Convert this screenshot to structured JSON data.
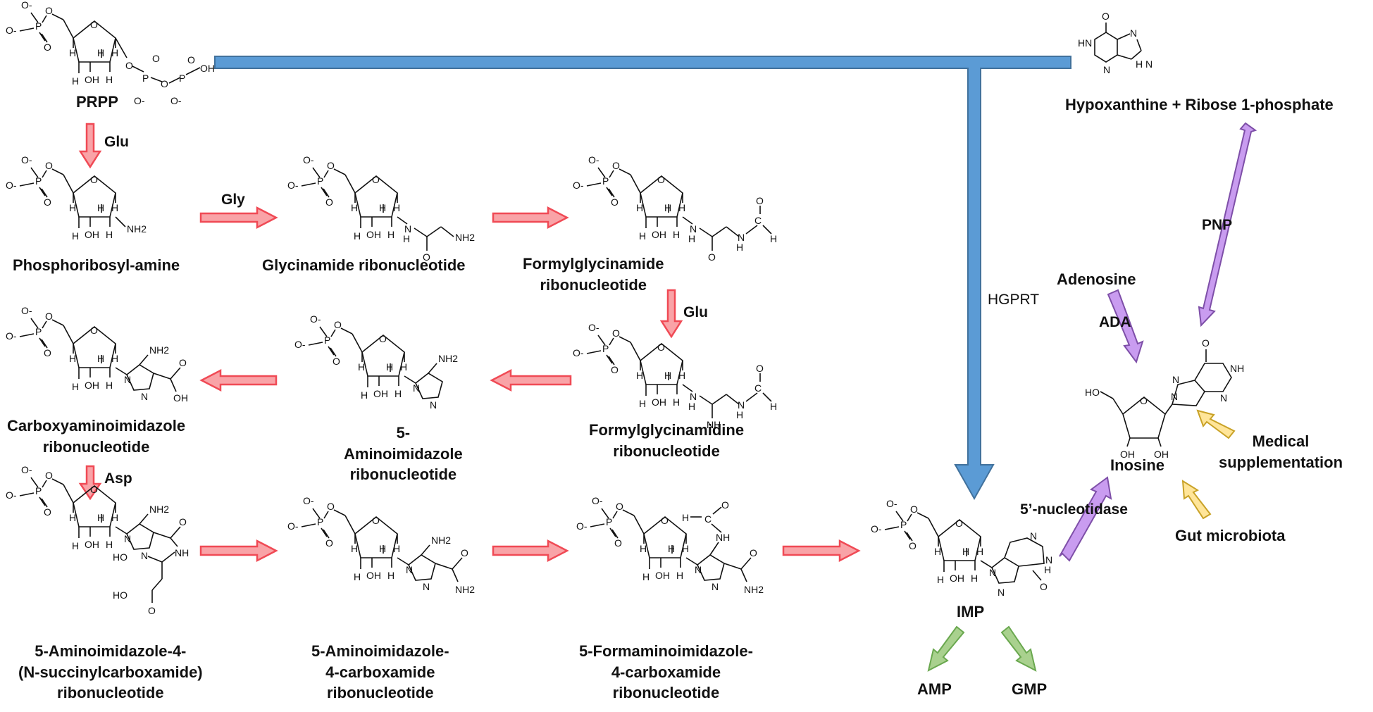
{
  "compounds": {
    "prpp": "PRPP",
    "phosphoribosylamine": "Phosphoribosyl-amine",
    "gar": "Glycinamide ribonucleotide",
    "fgar_1": "Formylglycinamide",
    "fgar_2": "ribonucleotide",
    "fgam_1": "Formylglycinamidine",
    "fgam_2": "ribonucleotide",
    "air_1": "5-",
    "air_2": "Aminoimidazole",
    "air_3": "ribonucleotide",
    "cair_1": "Carboxyaminoimidazole",
    "cair_2": "ribonucleotide",
    "saicar_1": "5-Aminoimidazole-4-",
    "saicar_2": "(N-succinylcarboxamide)",
    "saicar_3": "ribonucleotide",
    "aicar_1": "5-Aminoimidazole-",
    "aicar_2": "4-carboxamide",
    "aicar_3": "ribonucleotide",
    "faicar_1": "5-Formaminoimidazole-",
    "faicar_2": "4-carboxamide",
    "faicar_3": "ribonucleotide",
    "imp": "IMP",
    "amp": "AMP",
    "gmp": "GMP",
    "hypoxanthine": "Hypoxanthine + Ribose 1-phosphate",
    "adenosine": "Adenosine",
    "inosine": "Inosine",
    "medical_1": "Medical",
    "medical_2": "supplementation",
    "gut": "Gut microbiota"
  },
  "enzymes": {
    "glu1": "Glu",
    "gly": "Gly",
    "glu2": "Glu",
    "asp": "Asp",
    "hgprt": "HGPRT",
    "pnp": "PNP",
    "ada": "ADA",
    "nucleotidase": "5’-nucleotidase"
  },
  "atoms": {
    "o_minus": "O-",
    "o": "O",
    "p": "P",
    "h": "H",
    "oh": "OH",
    "ho": "HO",
    "nh2": "NH2",
    "nh": "NH",
    "n": "N",
    "hn": "HN",
    "h_n": "H N",
    "c": "C"
  },
  "colors": {
    "red_arrow": "#f04a55",
    "red_arrow_fill": "#f9a3a7",
    "blue_arrow": "#5b9bd5",
    "blue_arrow_stroke": "#41719c",
    "purple_arrow": "#b683e0",
    "purple_arrow_stroke": "#7e4fa8",
    "green_arrow": "#9bd07b",
    "green_arrow_stroke": "#6aa84f",
    "yellow_arrow": "#ffd966",
    "yellow_arrow_stroke": "#c9a227"
  }
}
